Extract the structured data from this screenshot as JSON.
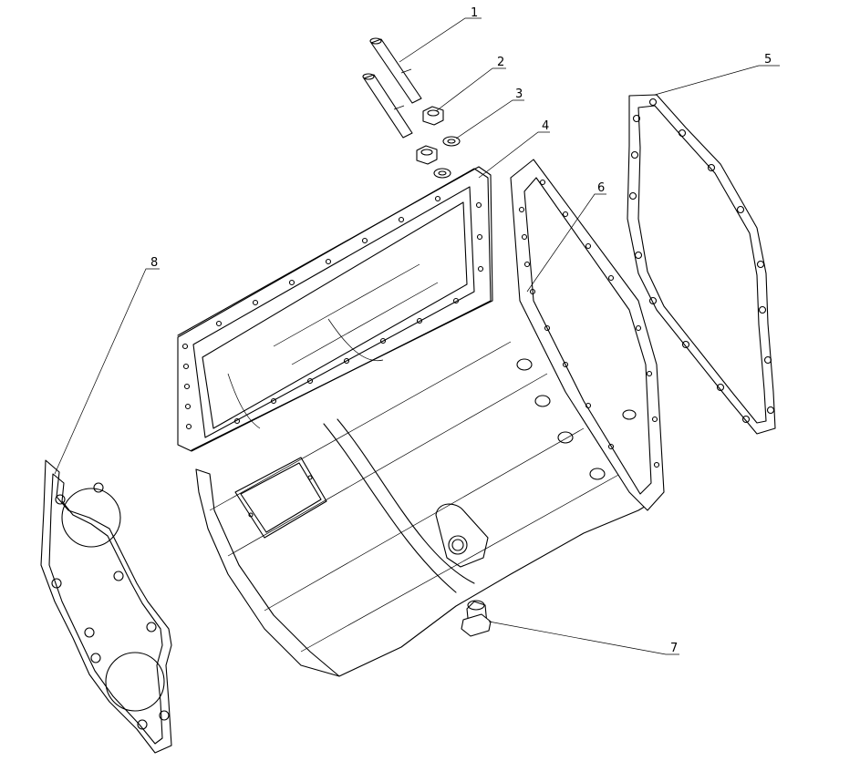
{
  "callouts": [
    {
      "id": "1",
      "label": "1"
    },
    {
      "id": "2",
      "label": "2"
    },
    {
      "id": "3",
      "label": "3"
    },
    {
      "id": "4",
      "label": "4"
    },
    {
      "id": "5",
      "label": "5"
    },
    {
      "id": "6",
      "label": "6"
    },
    {
      "id": "7",
      "label": "7"
    },
    {
      "id": "8",
      "label": "8"
    }
  ],
  "style": {
    "line_color": "#000000",
    "background": "#ffffff"
  }
}
